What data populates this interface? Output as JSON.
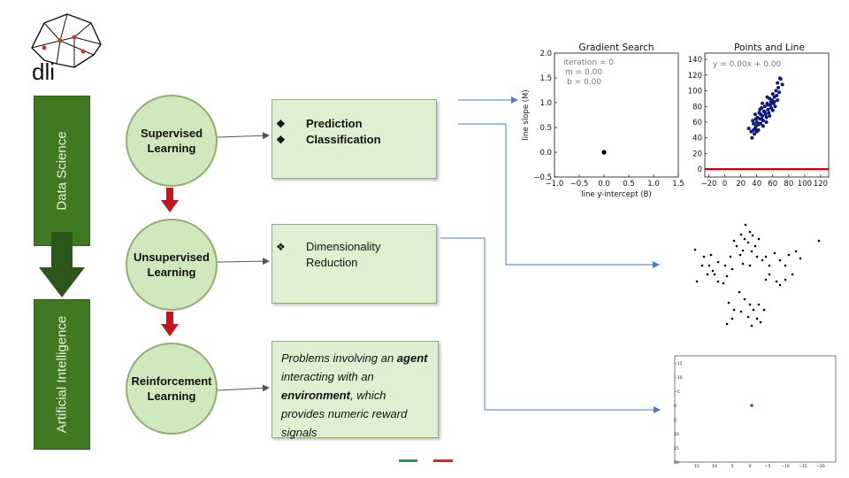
{
  "logo": {
    "text": "dli"
  },
  "left_bars": {
    "top": "Data Science",
    "bottom": "Artificial Intelligence"
  },
  "learning": [
    {
      "name_line1": "Supervised",
      "name_line2": "Learning",
      "items": [
        "Prediction",
        "Classification"
      ]
    },
    {
      "name_line1": "Unsupervised",
      "name_line2": "Learning",
      "items": [
        "Dimensionality Reduction"
      ]
    },
    {
      "name_line1": "Reinforcement",
      "name_line2": "Learning",
      "desc_pre": "Problems involving an ",
      "desc_b1": "agent",
      "desc_mid": " interacting with an ",
      "desc_b2": "environment",
      "desc_post": ", which provides numeric reward signals"
    }
  ],
  "bullet_glyph": "❖",
  "colors": {
    "green_bar": "#3f7a23",
    "arrow_red": "#c0161c",
    "connector_blue": "#4a7cc0",
    "legend_green": "#17a34a",
    "legend_red": "#e02424"
  },
  "plot1": {
    "title": "Gradient Search",
    "xlabel": "line y-intercept (B)",
    "ylabel": "line slope (M)",
    "annotation": [
      "iteration = 0",
      "m = 0.00",
      "b = 0.00"
    ],
    "xticks": [
      "−1.0",
      "−0.5",
      "0.0",
      "0.5",
      "1.0",
      "1.5"
    ],
    "yticks": [
      "−0.5",
      "0.0",
      "0.5",
      "1.0",
      "1.5",
      "2.0"
    ]
  },
  "plot2": {
    "title": "Points and Line",
    "annotation": "y = 0.00x + 0.00",
    "xticks": [
      "−20",
      "0",
      "20",
      "40",
      "60",
      "80",
      "100",
      "120"
    ],
    "yticks": [
      "0",
      "20",
      "40",
      "60",
      "80",
      "100",
      "120",
      "140"
    ]
  },
  "chart_data": [
    {
      "type": "scatter",
      "title": "Gradient Search",
      "xlabel": "line y-intercept (B)",
      "ylabel": "line slope (M)",
      "xlim": [
        -1.0,
        1.5
      ],
      "ylim": [
        -0.5,
        2.0
      ],
      "points": [
        [
          0.0,
          0.0
        ]
      ]
    },
    {
      "type": "scatter",
      "title": "Points and Line",
      "xlim": [
        -25,
        130
      ],
      "ylim": [
        -10,
        148
      ],
      "line": {
        "slope": 0.0,
        "intercept": 0.0,
        "color": "#cc0000"
      },
      "points": [
        [
          30,
          52
        ],
        [
          33,
          48
        ],
        [
          35,
          62
        ],
        [
          36,
          58
        ],
        [
          37,
          45
        ],
        [
          38,
          70
        ],
        [
          39,
          55
        ],
        [
          40,
          60
        ],
        [
          41,
          66
        ],
        [
          42,
          50
        ],
        [
          43,
          72
        ],
        [
          44,
          64
        ],
        [
          45,
          58
        ],
        [
          46,
          78
        ],
        [
          47,
          68
        ],
        [
          48,
          62
        ],
        [
          49,
          74
        ],
        [
          50,
          80
        ],
        [
          51,
          70
        ],
        [
          52,
          66
        ],
        [
          53,
          84
        ],
        [
          54,
          76
        ],
        [
          55,
          72
        ],
        [
          56,
          90
        ],
        [
          57,
          82
        ],
        [
          58,
          78
        ],
        [
          59,
          88
        ],
        [
          60,
          96
        ],
        [
          61,
          84
        ],
        [
          62,
          92
        ],
        [
          63,
          80
        ],
        [
          64,
          100
        ],
        [
          65,
          94
        ],
        [
          66,
          88
        ],
        [
          67,
          104
        ],
        [
          68,
          98
        ],
        [
          70,
          115
        ],
        [
          72,
          108
        ],
        [
          34,
          40
        ],
        [
          38,
          52
        ],
        [
          42,
          57
        ],
        [
          46,
          64
        ],
        [
          50,
          73
        ],
        [
          54,
          82
        ],
        [
          58,
          86
        ],
        [
          62,
          86
        ],
        [
          45,
          70
        ],
        [
          52,
          60
        ],
        [
          48,
          55
        ],
        [
          56,
          68
        ],
        [
          40,
          48
        ],
        [
          36,
          50
        ],
        [
          44,
          76
        ],
        [
          60,
          75
        ],
        [
          66,
          110
        ],
        [
          69,
          116
        ],
        [
          53,
          92
        ],
        [
          47,
          84
        ],
        [
          43,
          58
        ],
        [
          39,
          64
        ]
      ]
    },
    {
      "type": "scatter",
      "title": "",
      "points": [
        [
          843,
          254
        ],
        [
          848,
          262
        ],
        [
          851,
          266
        ],
        [
          842,
          270
        ],
        [
          838,
          265
        ],
        [
          846,
          274
        ],
        [
          854,
          278
        ],
        [
          858,
          270
        ],
        [
          830,
          272
        ],
        [
          833,
          278
        ],
        [
          840,
          283
        ],
        [
          850,
          284
        ],
        [
          856,
          290
        ],
        [
          862,
          294
        ],
        [
          866,
          290
        ],
        [
          870,
          300
        ],
        [
          848,
          300
        ],
        [
          840,
          298
        ],
        [
          837,
          288
        ],
        [
          826,
          290
        ],
        [
          820,
          300
        ],
        [
          812,
          296
        ],
        [
          802,
          300
        ],
        [
          806,
          306
        ],
        [
          800,
          310
        ],
        [
          794,
          300
        ],
        [
          796,
          290
        ],
        [
          804,
          288
        ],
        [
          808,
          310
        ],
        [
          812,
          318
        ],
        [
          818,
          320
        ],
        [
          822,
          312
        ],
        [
          828,
          304
        ],
        [
          876,
          286
        ],
        [
          882,
          294
        ],
        [
          888,
          300
        ],
        [
          892,
          288
        ],
        [
          900,
          284
        ],
        [
          905,
          292
        ],
        [
          896,
          310
        ],
        [
          888,
          316
        ],
        [
          882,
          322
        ],
        [
          878,
          318
        ],
        [
          870,
          310
        ],
        [
          866,
          316
        ],
        [
          926,
          272
        ],
        [
          786,
          282
        ],
        [
          788,
          318
        ],
        [
          836,
          330
        ],
        [
          842,
          338
        ],
        [
          848,
          344
        ],
        [
          852,
          350
        ],
        [
          858,
          344
        ],
        [
          864,
          350
        ],
        [
          856,
          360
        ],
        [
          846,
          358
        ],
        [
          838,
          352
        ],
        [
          830,
          350
        ],
        [
          824,
          342
        ],
        [
          828,
          360
        ],
        [
          822,
          366
        ],
        [
          850,
          368
        ],
        [
          860,
          364
        ]
      ]
    },
    {
      "type": "scatter",
      "title": "",
      "points": [
        [
          0,
          0
        ]
      ]
    }
  ],
  "plot4": {
    "xticks": [
      "15",
      "10",
      "5",
      "0",
      "−5",
      "−10",
      "−15",
      "−20"
    ],
    "yticks": [
      "−15",
      "−10",
      "−5",
      "0",
      "5",
      "10",
      "15",
      "20"
    ]
  }
}
